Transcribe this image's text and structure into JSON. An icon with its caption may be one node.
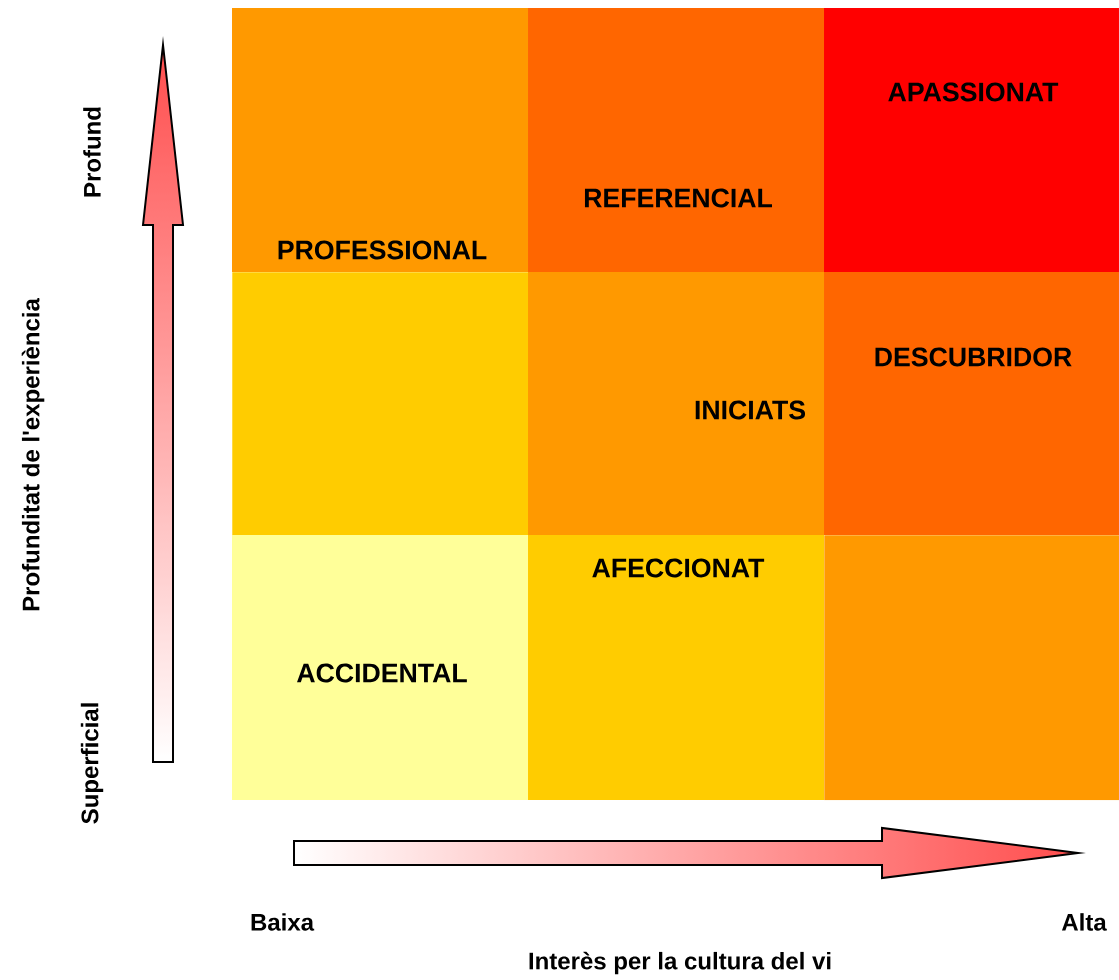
{
  "diagram": {
    "nodes": [
      {
        "text": [
          "PROFESSIONAL"
        ]
      },
      {
        "text": [
          "REFERENCIAL"
        ]
      },
      {
        "text": [
          "APASSIONAT"
        ]
      },
      {
        "text": [],
        "shape": "box"
      },
      {
        "text": [
          "INICIATS"
        ]
      },
      {
        "text": [
          "DESCUBRIDOR"
        ]
      },
      {
        "text": [
          "ACCIDENTAL"
        ]
      },
      {
        "text": [
          "AFECCIONAT"
        ]
      },
      {
        "text": [],
        "shape": "box"
      }
    ],
    "edges": [],
    "labels": [
      "Profund",
      "Superficial",
      "Profunditat de l'experiència",
      "Baixa",
      "Alta",
      "Interès per la cultura del vi"
    ]
  }
}
